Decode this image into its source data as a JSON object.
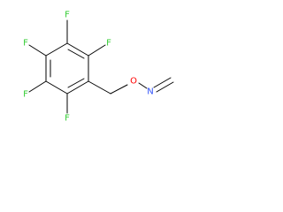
{
  "molecule": {
    "atoms": [
      {
        "id": "f_top",
        "symbol": "F",
        "color": "#33cc33"
      },
      {
        "id": "f_upper_left",
        "symbol": "F",
        "color": "#33cc33"
      },
      {
        "id": "f_upper_right",
        "symbol": "F",
        "color": "#33cc33"
      },
      {
        "id": "f_lower_left",
        "symbol": "F",
        "color": "#33cc33"
      },
      {
        "id": "f_bottom",
        "symbol": "F",
        "color": "#33cc33"
      },
      {
        "id": "oxygen",
        "symbol": "O",
        "color": "#ff0000"
      },
      {
        "id": "nitrogen",
        "symbol": "N",
        "color": "#3050f8"
      }
    ],
    "bond_color": "#000000"
  }
}
